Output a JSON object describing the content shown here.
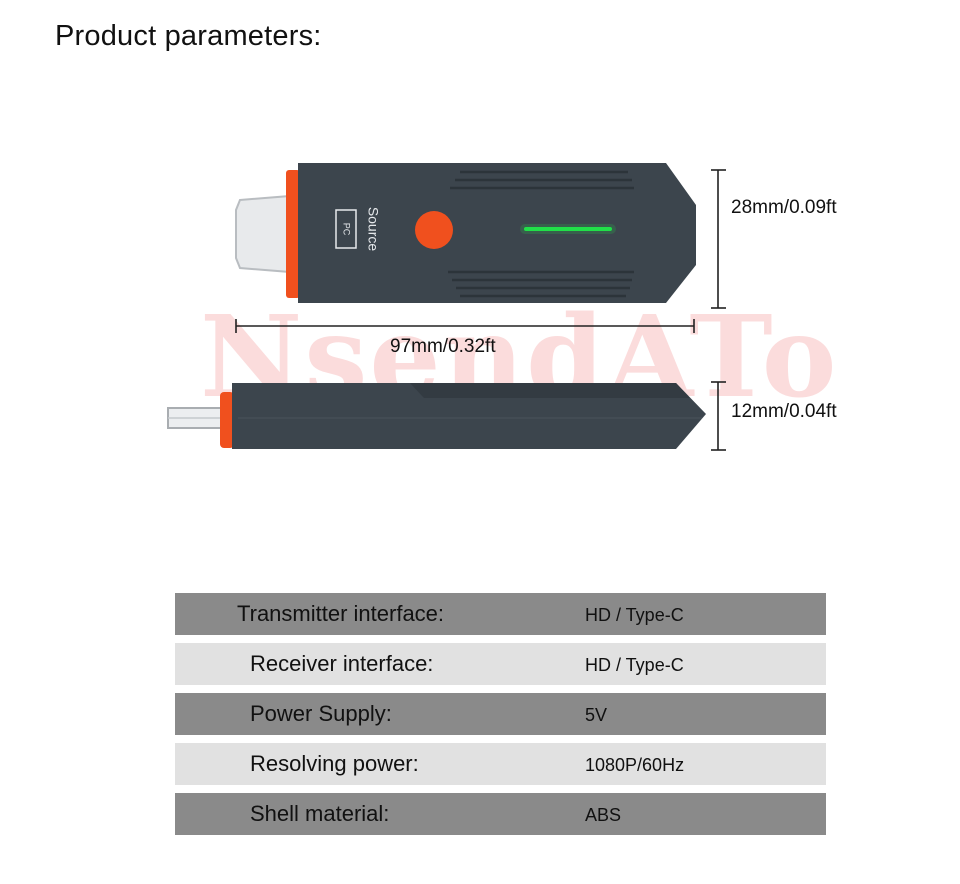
{
  "page": {
    "title": "Product parameters:"
  },
  "watermark": {
    "text": "NsendATo"
  },
  "dimensions": {
    "height": "28mm/0.09ft",
    "length": "97mm/0.32ft",
    "thickness": "12mm/0.04ft"
  },
  "device_labels": {
    "pc": "PC",
    "source": "Source"
  },
  "colors": {
    "body": "#3c454d",
    "accent": "#f0501e",
    "led": "#22e04a"
  },
  "specs": [
    {
      "label": "Transmitter interface:",
      "value": "HD / Type-C"
    },
    {
      "label": "Receiver interface:",
      "value": "HD / Type-C"
    },
    {
      "label": "Power Supply:",
      "value": "5V"
    },
    {
      "label": "Resolving power:",
      "value": "1080P/60Hz"
    },
    {
      "label": "Shell material:",
      "value": "ABS"
    }
  ]
}
